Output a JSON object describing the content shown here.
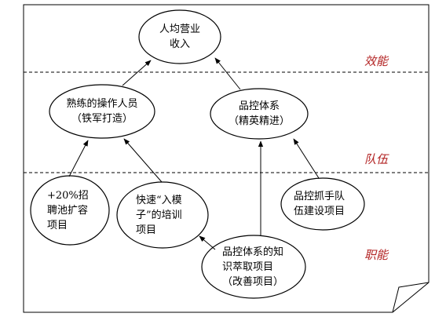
{
  "nodes": {
    "revenue": {
      "text": "人均营业\n收入"
    },
    "skilled": {
      "text": "熟练的操作人员\n（铁军打造）"
    },
    "quality": {
      "text": "品控体系\n（精英精进）"
    },
    "recruit": {
      "text": "+20%招\n聘池扩容\n项目"
    },
    "training": {
      "text": "快速“入模\n子”的培训\n项目"
    },
    "team": {
      "text": "品控抓手队\n伍建设项目"
    },
    "knowledge": {
      "text": "品控体系的知\n识萃取项目\n（改善项目）"
    }
  },
  "bands": {
    "efficiency": "效能",
    "team": "队伍",
    "function": "职能"
  },
  "colors": {
    "band_label": "#b22222",
    "line": "#000000"
  }
}
